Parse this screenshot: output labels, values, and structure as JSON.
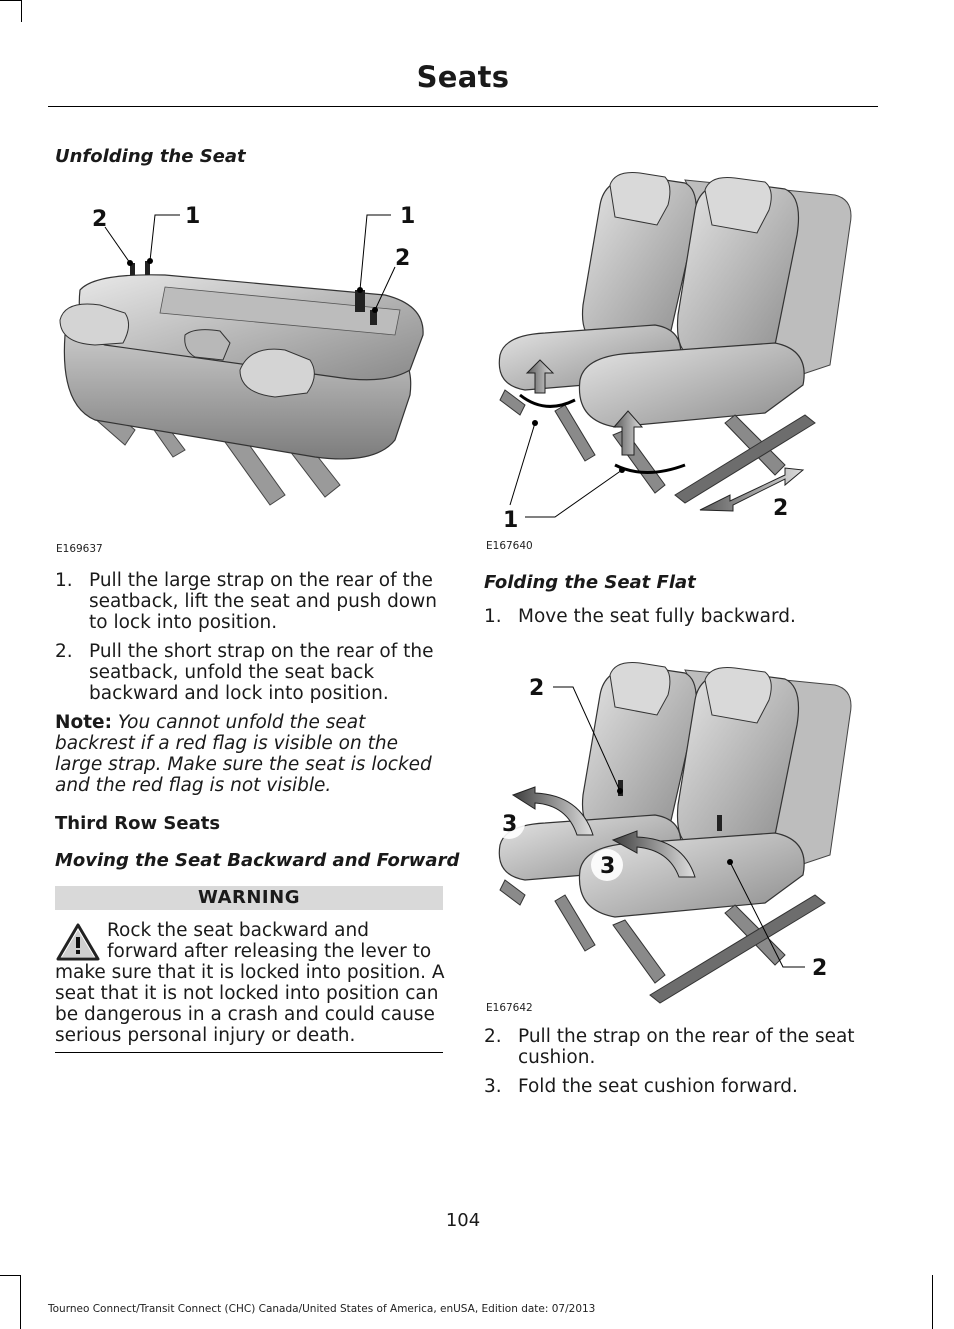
{
  "header": {
    "title": "Seats"
  },
  "left": {
    "heading": "Unfolding the Seat",
    "figure1": {
      "id": "E169637",
      "callouts": [
        "2",
        "1",
        "1",
        "2"
      ]
    },
    "steps": [
      {
        "num": "1.",
        "text": "Pull the large strap on the rear of the seatback, lift the seat and push down to lock into position."
      },
      {
        "num": "2.",
        "text": "Pull the short strap on the rear of the seatback, unfold the seat back backward and lock into position."
      }
    ],
    "note": {
      "label": "Note:",
      "text": "You cannot unfold the seat backrest if a red flag is visible on the large strap. Make sure the seat is locked and the red flag is not visible."
    },
    "third_row_heading": "Third Row Seats",
    "moving_heading": "Moving the Seat Backward and Forward",
    "warning": {
      "label": "WARNING",
      "icon": "warning-triangle-icon",
      "text": "Rock the seat backward and forward after releasing the lever to make sure that it is locked into position. A seat that it is not locked into position can be dangerous in a crash and could cause serious personal injury or death."
    }
  },
  "right": {
    "figure2": {
      "id": "E167640",
      "callouts": [
        "1",
        "2"
      ]
    },
    "folding_heading": "Folding the Seat Flat",
    "steps_a": [
      {
        "num": "1.",
        "text": "Move the seat fully backward."
      }
    ],
    "figure3": {
      "id": "E167642",
      "callouts": [
        "2",
        "3",
        "3",
        "2"
      ]
    },
    "steps_b": [
      {
        "num": "2.",
        "text": "Pull the strap on the rear of the seat cushion."
      },
      {
        "num": "3.",
        "text": "Fold the seat cushion forward."
      }
    ]
  },
  "footer": {
    "page_number": "104",
    "edition": "Tourneo Connect/Transit Connect (CHC) Canada/United States of America, enUSA, Edition date: 07/2013"
  }
}
